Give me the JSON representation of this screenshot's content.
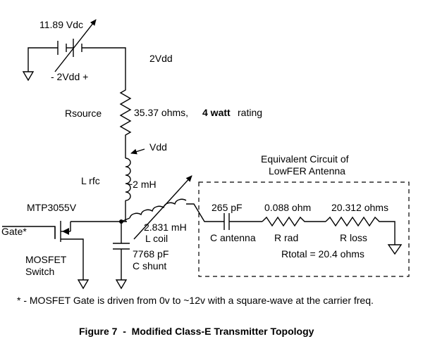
{
  "battery": {
    "voltage_label": "11.89 Vdc",
    "polarity_label": "- 2Vdd +"
  },
  "node_2vdd": "2Vdd",
  "rsource": {
    "name": "Rsource",
    "value": "35.37 ohms,",
    "rating": "4 watt",
    "rating_suffix": "rating"
  },
  "vdd_label": "Vdd",
  "rfc": {
    "name": "L rfc",
    "value": "~2 mH"
  },
  "mosfet": {
    "part": "MTP3055V",
    "gate": "Gate*",
    "type_line1": "MOSFET",
    "type_line2": "Switch"
  },
  "l_coil": {
    "value": "2.831 mH",
    "name": "L coil"
  },
  "c_shunt": {
    "value": "7768 pF",
    "name": "C shunt"
  },
  "antenna": {
    "title_line1": "Equivalent Circuit of",
    "title_line2": "LowFER Antenna",
    "c_value": "265 pF",
    "c_name": "C antenna",
    "rrad_value": "0.088 ohm",
    "rrad_name": "R rad",
    "rloss_value": "20.312 ohms",
    "rloss_name": "R loss",
    "rtotal": "Rtotal = 20.4 ohms"
  },
  "footnote": "* - MOSFET Gate is driven from 0v to ~12v with a square-wave at the carrier freq.",
  "figure_caption": "Figure 7  -  Modified Class-E Transmitter Topology"
}
